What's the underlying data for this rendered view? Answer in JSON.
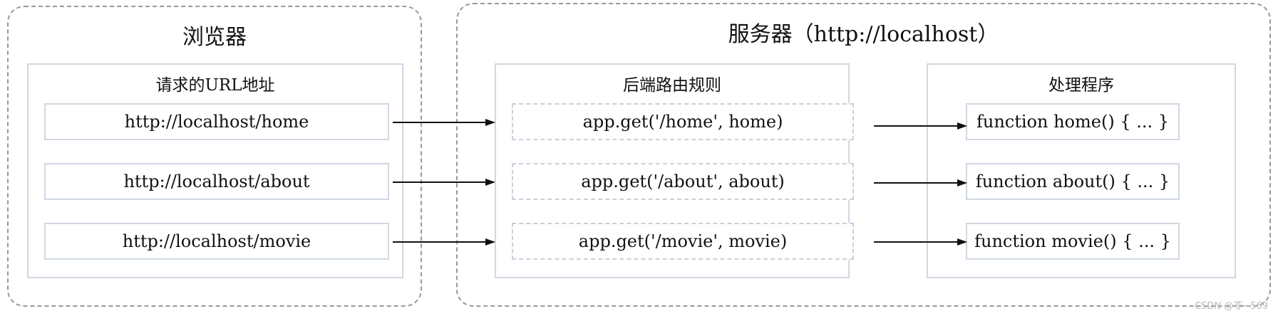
{
  "browser": {
    "title": "浏览器",
    "panel_title": "请求的URL地址",
    "urls": [
      "http://localhost/home",
      "http://localhost/about",
      "http://localhost/movie"
    ]
  },
  "server": {
    "title": "服务器（http://localhost）",
    "routes_title": "后端路由规则",
    "routes": [
      "app.get('/home', home)",
      "app.get('/about', about)",
      "app.get('/movie', movie)"
    ],
    "handlers_title": "处理程序",
    "handlers": [
      "function home() { ... }",
      "function about() { ... }",
      "function movie() { ... }"
    ]
  },
  "watermark": "CSDN @苓~569"
}
